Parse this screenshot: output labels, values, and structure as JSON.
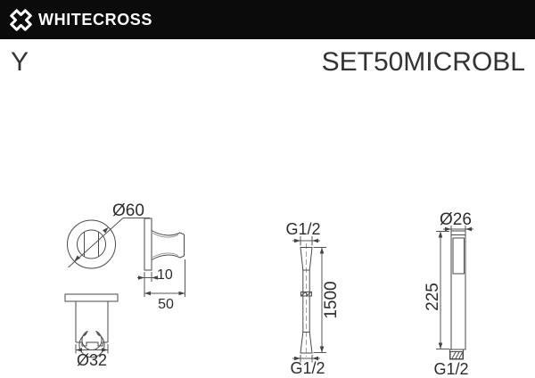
{
  "header": {
    "brand": "WHITECROSS"
  },
  "product": {
    "series": "Y",
    "model": "SET50MICROBL"
  },
  "colors": {
    "header_bg": "#0b0b0b",
    "header_fg": "#ffffff",
    "drawing_line": "#4a4a4a",
    "dimension_line": "#555555",
    "label_text": "#2d2d2d"
  },
  "dimensions": {
    "holder": {
      "front_diameter": "Ø60",
      "plate_thickness": "10",
      "depth": "50",
      "clip_diameter": "Ø32"
    },
    "hose": {
      "top_thread": "G1/2",
      "length": "1500",
      "bottom_thread": "G1/2"
    },
    "handshower": {
      "head_diameter": "Ø26",
      "length": "225",
      "thread": "G1/2"
    }
  }
}
